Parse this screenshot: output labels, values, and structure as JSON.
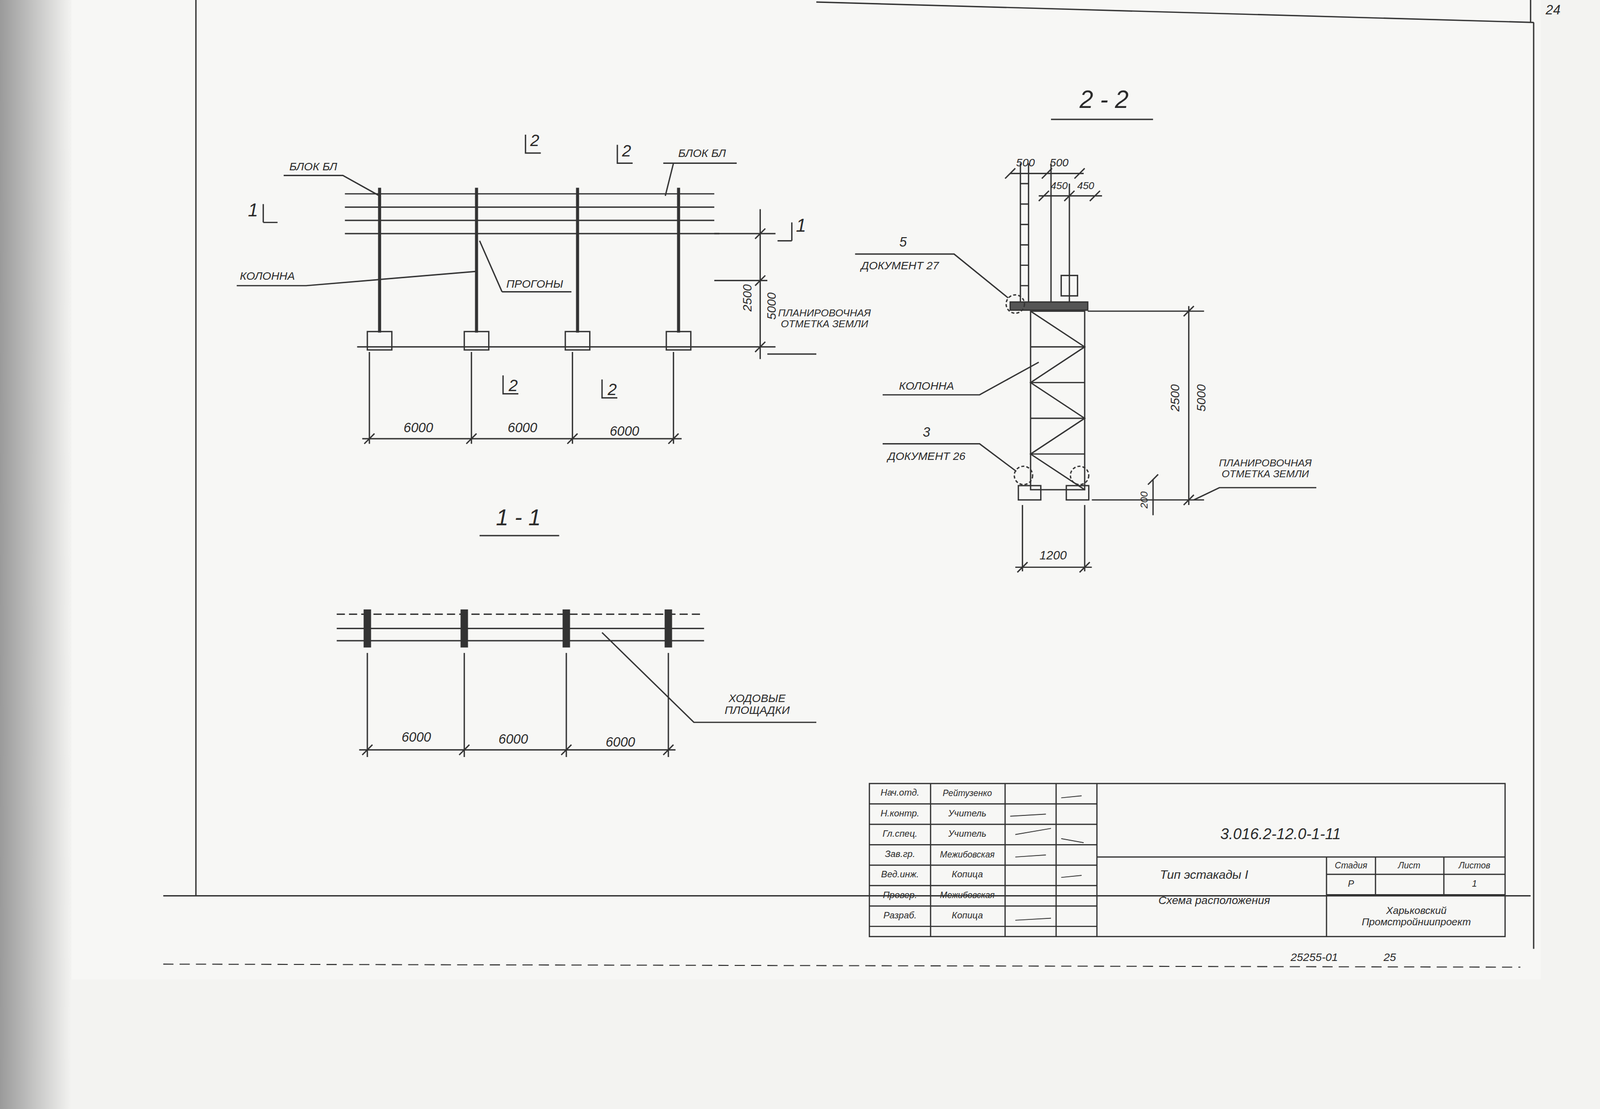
{
  "diagram": {
    "labels": [
      "24",
      "БЛОК БЛ",
      "2",
      "2",
      "БЛОК БЛ",
      "1",
      "1",
      "КОЛОННА",
      "ПРОГОНЫ",
      "2500",
      "5000",
      "ПЛАНИРОВОЧНАЯ ОТМЕТКА ЗЕМЛИ",
      "2",
      "2",
      "6000",
      "6000",
      "6000",
      "1 - 1",
      "6000",
      "6000",
      "6000",
      "ХОДОВЫЕ ПЛОЩАДКИ",
      "2 - 2",
      "500",
      "500",
      "450",
      "450",
      "5",
      "ДОКУМЕНТ 27",
      "КОЛОННА",
      "3",
      "ДОКУМЕНТ 26",
      "2500",
      "5000",
      "ПЛАНИРОВОЧНАЯ ОТМЕТКА ЗЕМЛИ",
      "200",
      "1200",
      "Нач.отд.",
      "Рейтузенко",
      "Н.контр.",
      "Учитель",
      "Гл.спец.",
      "Учитель",
      "Зав.гр.",
      "Межибовская",
      "Вед.инж.",
      "Копица",
      "Провер.",
      "Межибовская",
      "Разраб.",
      "Копица",
      "3.016.2-12.0-1-11",
      "Тип эстакады I",
      "Схема расположения",
      "Стадия",
      "Лист",
      "Листов",
      "Р",
      "1",
      "Харьковский Промстройниипроект",
      "25255-01",
      "25"
    ]
  }
}
